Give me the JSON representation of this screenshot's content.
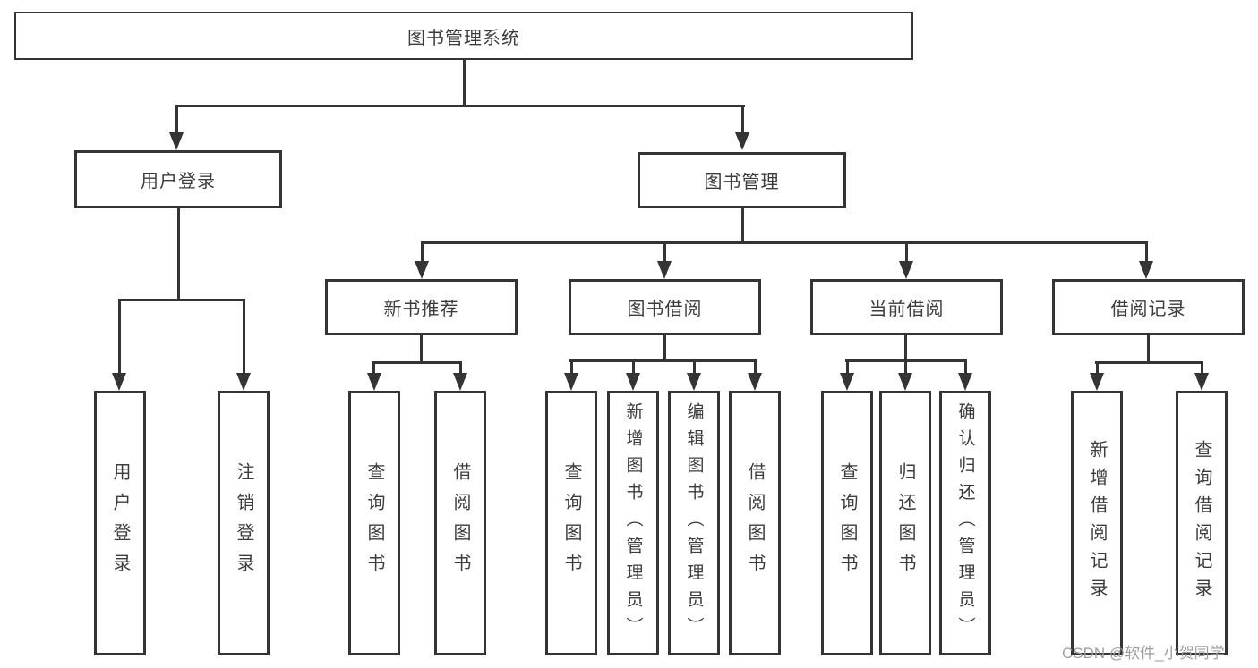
{
  "diagram": {
    "type": "hierarchy",
    "title": "图书管理系统",
    "watermark": "CSDN @软件_小贺同学",
    "colors": {
      "line": "#343434",
      "box_border": "#343434",
      "text": "#3c3c3c",
      "background": "#ffffff",
      "watermark": "#9e9e9e"
    },
    "nodes": {
      "root": {
        "label": "图书管理系统"
      },
      "level2": [
        {
          "id": "user-login",
          "label": "用户登录",
          "parent": "图书管理系统"
        },
        {
          "id": "book-management",
          "label": "图书管理",
          "parent": "图书管理系统"
        }
      ],
      "level3": [
        {
          "id": "new-book-recommendation",
          "label": "新书推荐",
          "parent": "图书管理"
        },
        {
          "id": "book-borrowing",
          "label": "图书借阅",
          "parent": "图书管理"
        },
        {
          "id": "current-borrowing",
          "label": "当前借阅",
          "parent": "图书管理"
        },
        {
          "id": "borrowing-records",
          "label": "借阅记录",
          "parent": "图书管理"
        }
      ],
      "leaves": [
        {
          "label": "用户登录",
          "parent": "用户登录"
        },
        {
          "label": "注销登录",
          "parent": "用户登录"
        },
        {
          "label": "查询图书",
          "parent": "新书推荐"
        },
        {
          "label": "借阅图书",
          "parent": "新书推荐"
        },
        {
          "label": "查询图书",
          "parent": "图书借阅"
        },
        {
          "label": "新增图书（管理员）",
          "parent": "图书借阅"
        },
        {
          "label": "编辑图书（管理员）",
          "parent": "图书借阅"
        },
        {
          "label": "借阅图书",
          "parent": "图书借阅"
        },
        {
          "label": "查询图书",
          "parent": "当前借阅"
        },
        {
          "label": "归还图书",
          "parent": "当前借阅"
        },
        {
          "label": "确认归还（管理员）",
          "parent": "当前借阅"
        },
        {
          "label": "新增借阅记录",
          "parent": "借阅记录"
        },
        {
          "label": "查询借阅记录",
          "parent": "借阅记录"
        }
      ]
    }
  }
}
